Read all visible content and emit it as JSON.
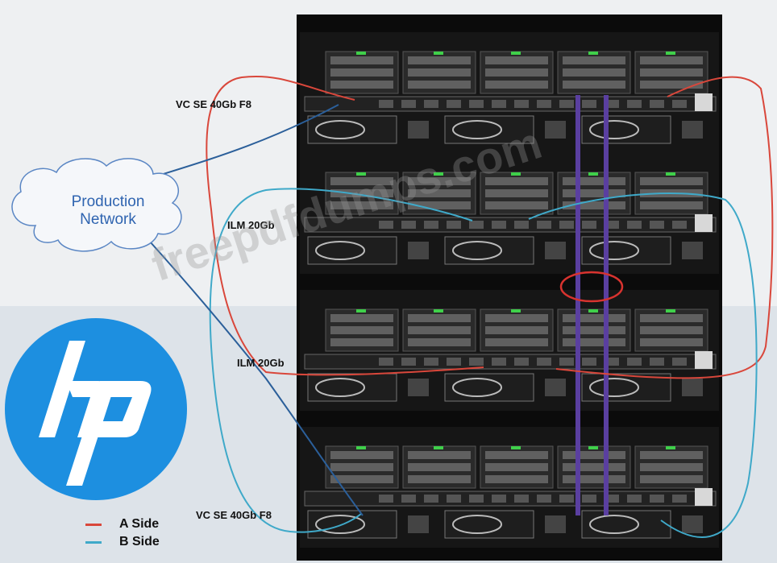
{
  "labels": {
    "vc_top": "VC SE 40Gb F8",
    "ilm_upper": "ILM 20Gb",
    "ilm_lower": "ILM 20Gb",
    "vc_bottom": "VC SE 40Gb F8"
  },
  "cloud": {
    "line1": "Production",
    "line2": "Network"
  },
  "legend": [
    {
      "label": "A Side",
      "color": "#d9473b"
    },
    {
      "label": "B Side",
      "color": "#3fa9c9"
    }
  ],
  "watermark": "freepdfdumps.com",
  "colors": {
    "a_side": "#d9473b",
    "b_side": "#3fa9c9",
    "network_line": "#2b5f9a",
    "interconnect": "#5a3fa0",
    "highlight": "#d8332f",
    "hp_blue": "#1d8fe0"
  }
}
